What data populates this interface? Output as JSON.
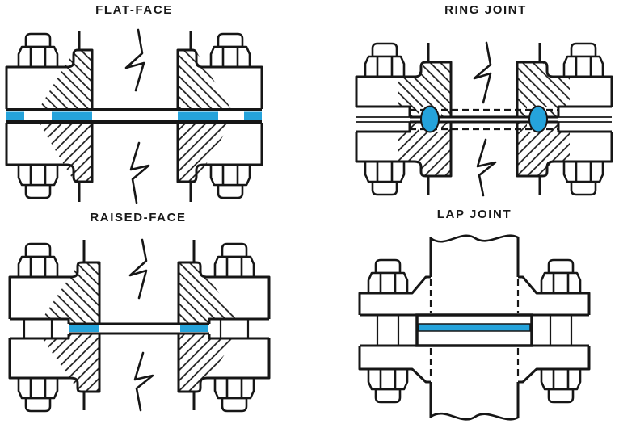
{
  "page": {
    "background": "#ffffff"
  },
  "colors": {
    "gasket_blue": "#25a3db",
    "line_black": "#161616"
  },
  "diagrams": [
    {
      "id": "flat-face",
      "title": "FLAT-FACE"
    },
    {
      "id": "ring-joint",
      "title": "RING JOINT"
    },
    {
      "id": "raised-face",
      "title": "RAISED-FACE"
    },
    {
      "id": "lap-joint",
      "title": "LAP JOINT"
    }
  ]
}
